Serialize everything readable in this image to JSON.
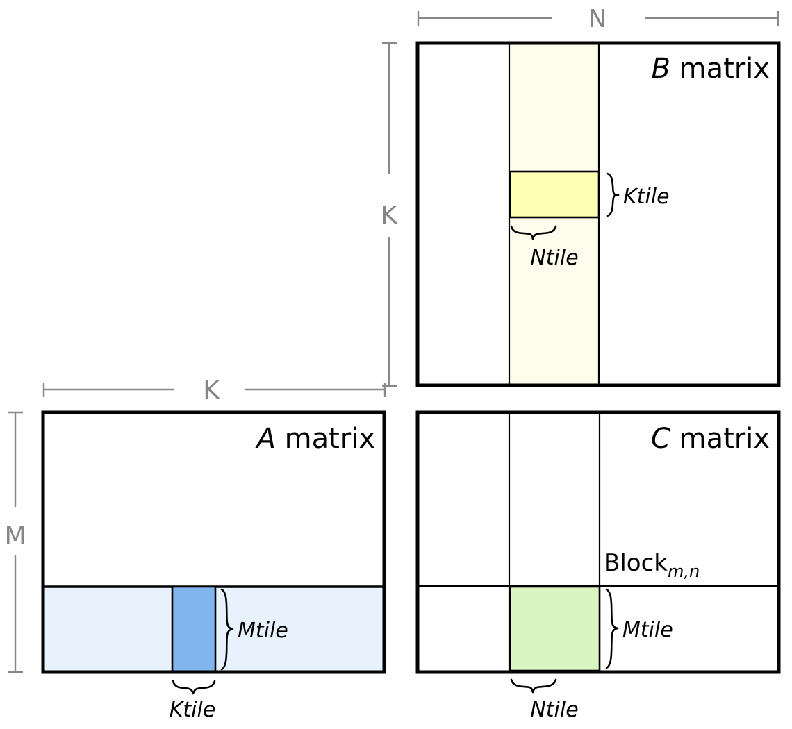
{
  "figure": {
    "title": "Tiled matrix multiplication blocking diagram",
    "background_color": "#ffffff"
  },
  "colors": {
    "outline": "#000000",
    "dimension_line": "#888888",
    "dimension_label": "#868686",
    "a_row_strip": "#e8f2fd",
    "a_tile": "#80b5ee",
    "b_column_strip": "#fdfdee",
    "b_tile": "#ffffb3",
    "c_tile": "#d9f5c2",
    "matrix_fill": "#ffffff"
  },
  "dimensions": {
    "n": "N",
    "k_vertical": "K",
    "k_horizontal": "K",
    "m": "M"
  },
  "matrices": {
    "b": {
      "name_italic": "B",
      "name_rest": " matrix",
      "label_full": "B matrix",
      "tile_height_label": "Ktile",
      "tile_width_label": "Ntile"
    },
    "a": {
      "name_italic": "A",
      "name_rest": " matrix",
      "label_full": "A matrix",
      "tile_height_label": "Mtile",
      "tile_width_label": "Ktile"
    },
    "c": {
      "name_italic": "C",
      "name_rest": " matrix",
      "label_full": "C matrix",
      "block_label_base": "Block",
      "block_label_sub": "m,n",
      "tile_height_label": "Mtile",
      "tile_width_label": "Ntile"
    }
  }
}
